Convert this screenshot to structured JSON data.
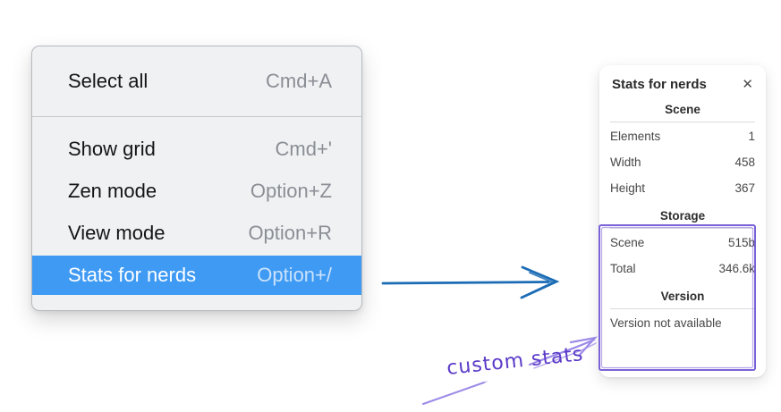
{
  "context_menu": {
    "sections": [
      {
        "items": [
          {
            "label": "Select all",
            "shortcut": "Cmd+A",
            "selected": false
          }
        ]
      },
      {
        "items": [
          {
            "label": "Show grid",
            "shortcut": "Cmd+'",
            "selected": false
          },
          {
            "label": "Zen mode",
            "shortcut": "Option+Z",
            "selected": false
          },
          {
            "label": "View mode",
            "shortcut": "Option+R",
            "selected": false
          },
          {
            "label": "Stats for nerds",
            "shortcut": "Option+/",
            "selected": true
          }
        ]
      }
    ],
    "highlight_color": "#3f9af3"
  },
  "stats_panel": {
    "title": "Stats for nerds",
    "close_glyph": "✕",
    "scene_section": {
      "header": "Scene",
      "rows": [
        {
          "label": "Elements",
          "value": "1"
        },
        {
          "label": "Width",
          "value": "458"
        },
        {
          "label": "Height",
          "value": "367"
        }
      ]
    },
    "storage_section": {
      "header": "Storage",
      "rows": [
        {
          "label": "Scene",
          "value": "515b"
        },
        {
          "label": "Total",
          "value": "346.6k"
        }
      ]
    },
    "version_section": {
      "header": "Version",
      "note": "Version not available"
    }
  },
  "annotations": {
    "label": "custom stats",
    "blue_arrow_color": "#1b6cb5",
    "purple_color": "#7a63d6",
    "purple_light_color": "#9c8ae8",
    "text_color": "#5b3ac8"
  }
}
